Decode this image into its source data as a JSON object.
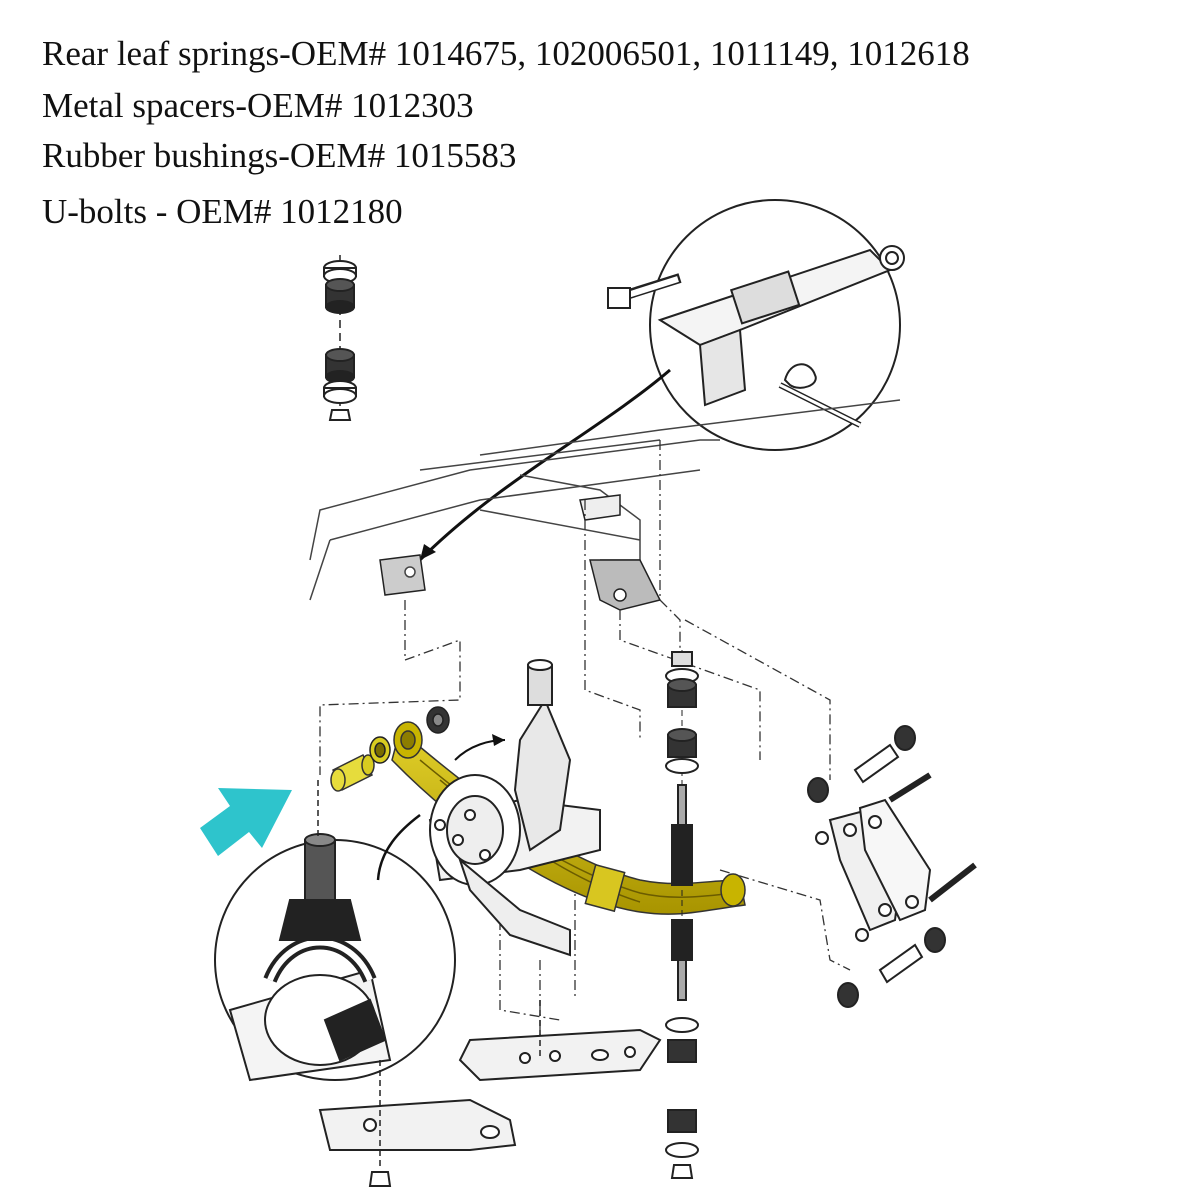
{
  "header": {
    "line1": "Rear leaf springs-OEM# 1014675, 102006501, 1011149, 1012618",
    "line2": "Metal spacers-OEM# 1012303",
    "line3": "Rubber bushings-OEM# 1015583",
    "line4": "U-bolts - OEM# 1012180"
  },
  "colors": {
    "highlight_spring": "#c8b400",
    "highlight_spacer": "#e6dc3c",
    "pointer_arrow": "#2ec4cc",
    "line_art": "#222222"
  },
  "icons": {
    "pointer": "cyan-arrow-icon"
  }
}
